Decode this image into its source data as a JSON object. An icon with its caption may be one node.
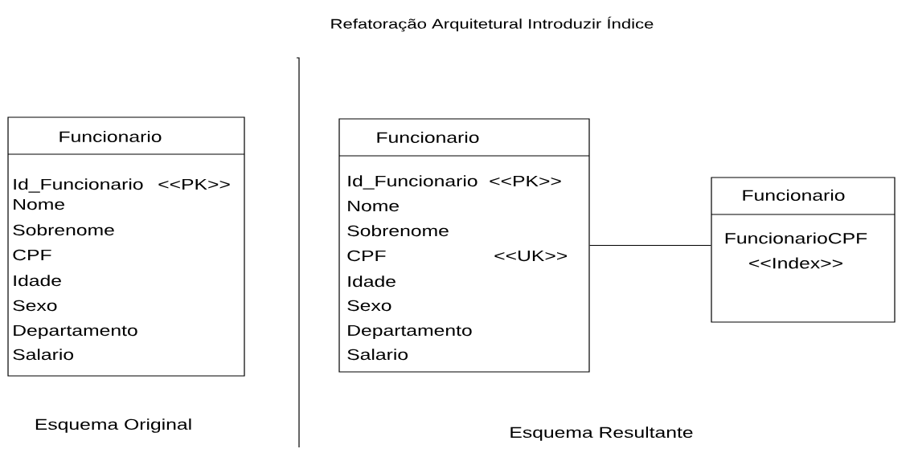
{
  "diagram": {
    "title": "Refatoração Arquitetural  Introduzir Índice",
    "nodes": [
      {
        "text": [
          "Funcionario",
          "Id_Funcionario",
          "<<PK>>",
          "Nome",
          "Sobrenome",
          "CPF",
          "Idade",
          "Sexo",
          "Departamento",
          "Salario"
        ]
      },
      {
        "text": [
          "Funcionario",
          "Id_Funcionario",
          "<<PK>>",
          "Nome",
          "Sobrenome",
          "CPF",
          "<<UK>>",
          "Idade",
          "Sexo",
          "Departamento",
          "Salario"
        ]
      },
      {
        "text": [
          "Funcionario",
          "FuncionarioCPF <<Index>>"
        ]
      }
    ],
    "edges": [
      {
        "from": 1,
        "to": 2,
        "arrow": "none"
      }
    ],
    "labels": [
      "Esquema Original",
      "Esquema Resultante"
    ]
  }
}
